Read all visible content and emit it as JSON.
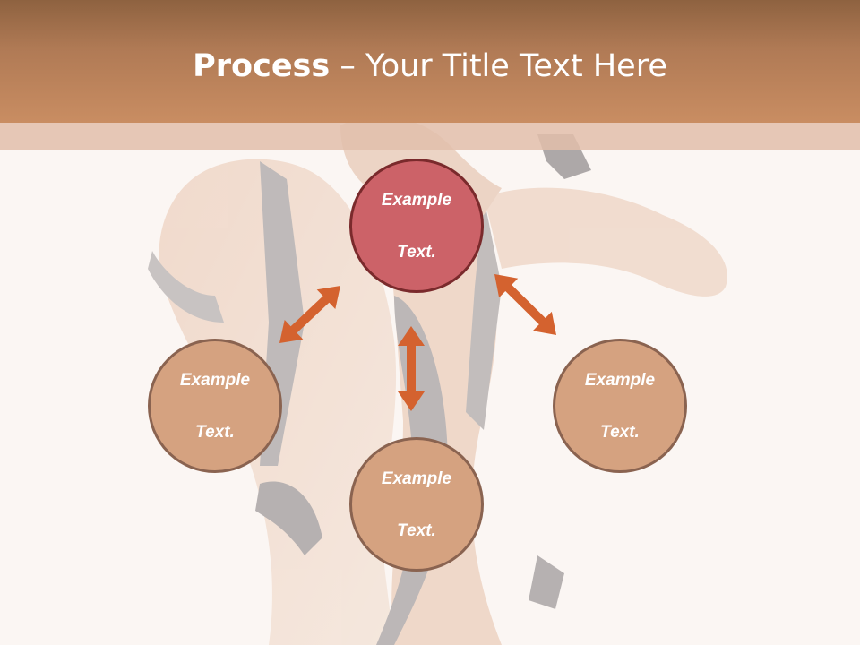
{
  "slide": {
    "title_bold": "Process",
    "title_rest": " – Your Title Text Here"
  },
  "diagram": {
    "nodes": [
      {
        "id": "top",
        "label_line1": "Example",
        "label_line2": "Text."
      },
      {
        "id": "left",
        "label_line1": "Example",
        "label_line2": "Text."
      },
      {
        "id": "bottom",
        "label_line1": "Example",
        "label_line2": "Text."
      },
      {
        "id": "right",
        "label_line1": "Example",
        "label_line2": "Text."
      }
    ],
    "arrow_color": "#d4622f",
    "highlight_color": "#cc6268",
    "node_color": "#d5a280"
  },
  "colors": {
    "header": "#b07a55",
    "background": "#fbf6f3"
  }
}
